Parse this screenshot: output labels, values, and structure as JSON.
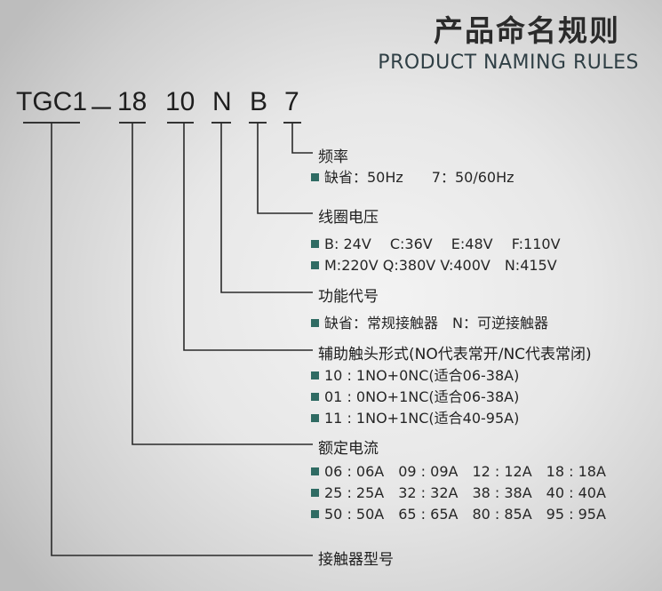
{
  "header": {
    "title_cn": "产品命名规则",
    "title_en": "PRODUCT NAMING RULES"
  },
  "code": {
    "prefix": "TGC1",
    "dash": "－",
    "current": "18",
    "contacts": "10",
    "function": "N",
    "voltage": "B",
    "frequency": "7"
  },
  "sections": {
    "frequency": {
      "label": "频率",
      "rows": [
        "缺省：50Hz　　7：50/60Hz"
      ]
    },
    "coil_voltage": {
      "label": "线圈电压",
      "rows": [
        "B: 24V　 C:36V　 E:48V　 F:110V",
        "M:220V  Q:380V  V:400V　N:415V"
      ]
    },
    "function": {
      "label": "功能代号",
      "rows": [
        "缺省：常规接触器　N：可逆接触器"
      ]
    },
    "aux_contacts": {
      "label": "辅助触头形式(NO代表常开/NC代表常闭)",
      "rows": [
        "10 : 1NO+0NC(适合06-38A)",
        "01 : 0NO+1NC(适合06-38A)",
        "11 : 1NO+1NC(适合40-95A)"
      ]
    },
    "rated_current": {
      "label": "额定电流",
      "rows": [
        "06 : 06A　09 : 09A　12 : 12A　18 : 18A",
        "25 : 25A　32 : 32A　38 : 38A　40 : 40A",
        "50 : 50A　65 : 65A　80 : 85A　95 : 95A"
      ]
    },
    "model": {
      "label": "接触器型号"
    }
  },
  "colors": {
    "bullet": "#2f6b63",
    "line": "#2a2a2a",
    "background": "#e7e7e7"
  }
}
